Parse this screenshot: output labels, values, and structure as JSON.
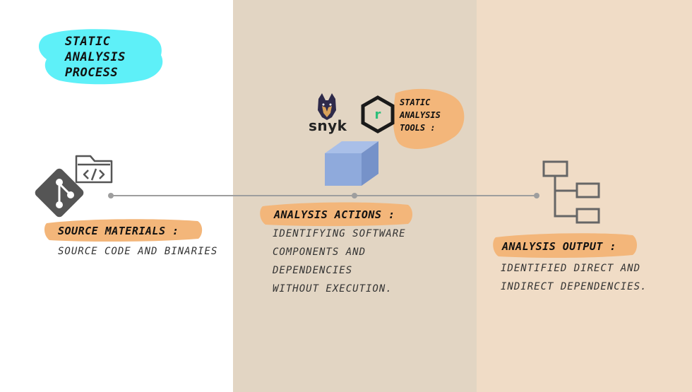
{
  "title": [
    "Static",
    "Analysis",
    "Process"
  ],
  "tools_label": [
    "Static",
    "Analysis",
    "Tools :"
  ],
  "snyk_logo_text": "snyk",
  "stages": {
    "source": {
      "heading": "Source Materials :",
      "lines": [
        "Source code and binaries"
      ]
    },
    "actions": {
      "heading": "Analysis Actions :",
      "lines": [
        "Identifying software",
        "components and",
        "dependencies",
        "without execution."
      ]
    },
    "output": {
      "heading": "Analysis Output :",
      "lines": [
        "Identified direct and",
        "indirect dependencies."
      ]
    }
  },
  "icons": [
    "git-icon",
    "code-folder-icon",
    "snyk-logo-icon",
    "renovate-logo-icon",
    "cube-icon",
    "hierarchy-tree-icon"
  ],
  "colors": {
    "left_panel": "#ffffff",
    "middle_panel": "#e2d5c3",
    "right_panel": "#f0dcc6",
    "title_highlight": "#5ef0f8",
    "label_highlight": "#f3b67a",
    "cube": "#8faadc",
    "connector": "#9e9e9e"
  }
}
